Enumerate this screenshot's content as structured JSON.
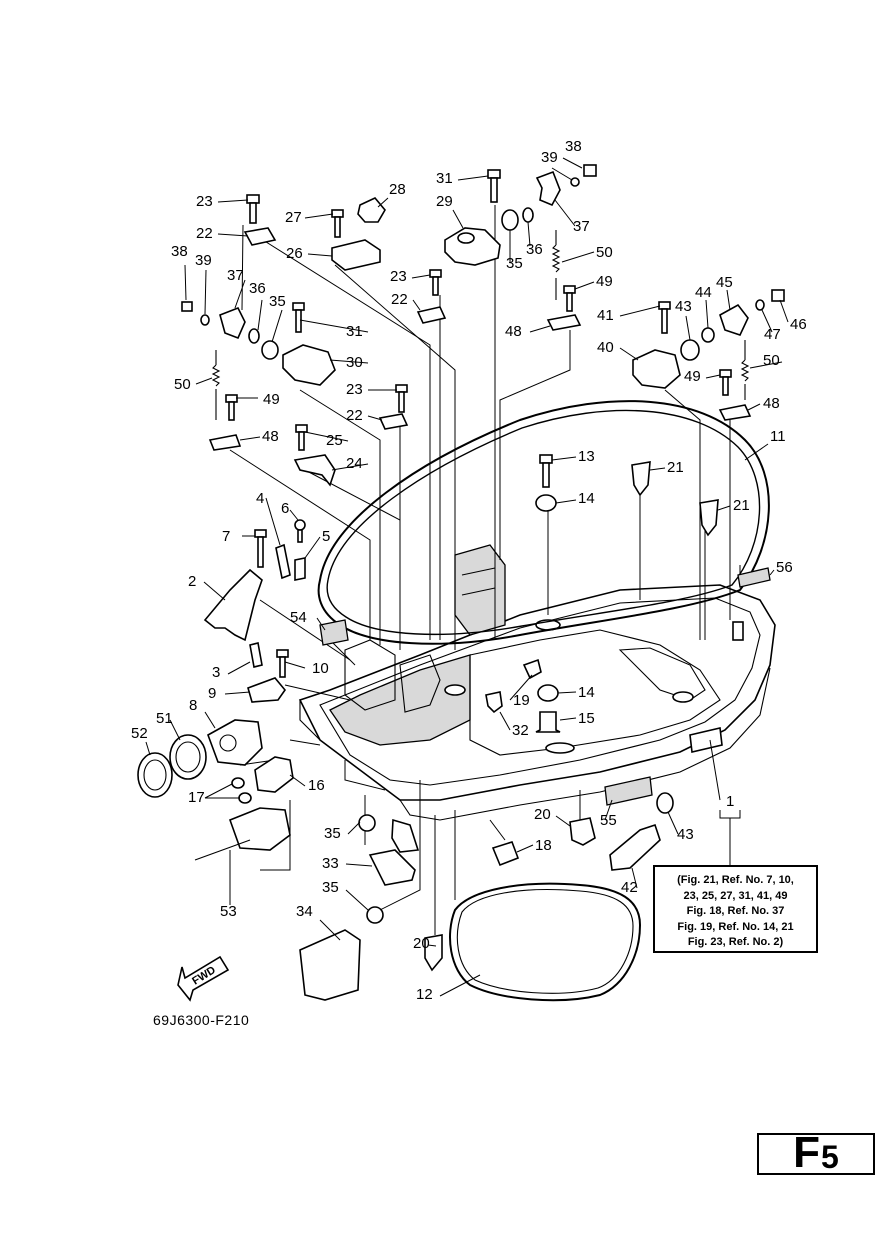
{
  "diagram": {
    "callouts": [
      {
        "id": "c1",
        "label": "1"
      },
      {
        "id": "c2",
        "label": "2"
      },
      {
        "id": "c3",
        "label": "3"
      },
      {
        "id": "c4",
        "label": "4"
      },
      {
        "id": "c5",
        "label": "5"
      },
      {
        "id": "c6",
        "label": "6"
      },
      {
        "id": "c7",
        "label": "7"
      },
      {
        "id": "c8",
        "label": "8"
      },
      {
        "id": "c9",
        "label": "9"
      },
      {
        "id": "c10",
        "label": "10"
      },
      {
        "id": "c11",
        "label": "11"
      },
      {
        "id": "c12",
        "label": "12"
      },
      {
        "id": "c13",
        "label": "13"
      },
      {
        "id": "c14a",
        "label": "14"
      },
      {
        "id": "c14b",
        "label": "14"
      },
      {
        "id": "c15",
        "label": "15"
      },
      {
        "id": "c16",
        "label": "16"
      },
      {
        "id": "c17",
        "label": "17"
      },
      {
        "id": "c18",
        "label": "18"
      },
      {
        "id": "c19",
        "label": "19"
      },
      {
        "id": "c20a",
        "label": "20"
      },
      {
        "id": "c20b",
        "label": "20"
      },
      {
        "id": "c21a",
        "label": "21"
      },
      {
        "id": "c21b",
        "label": "21"
      },
      {
        "id": "c22a",
        "label": "22"
      },
      {
        "id": "c22b",
        "label": "22"
      },
      {
        "id": "c22c",
        "label": "22"
      },
      {
        "id": "c23a",
        "label": "23"
      },
      {
        "id": "c23b",
        "label": "23"
      },
      {
        "id": "c23c",
        "label": "23"
      },
      {
        "id": "c24",
        "label": "24"
      },
      {
        "id": "c25",
        "label": "25"
      },
      {
        "id": "c26",
        "label": "26"
      },
      {
        "id": "c27",
        "label": "27"
      },
      {
        "id": "c28",
        "label": "28"
      },
      {
        "id": "c29",
        "label": "29"
      },
      {
        "id": "c30",
        "label": "30"
      },
      {
        "id": "c31a",
        "label": "31"
      },
      {
        "id": "c31b",
        "label": "31"
      },
      {
        "id": "c32",
        "label": "32"
      },
      {
        "id": "c33",
        "label": "33"
      },
      {
        "id": "c34",
        "label": "34"
      },
      {
        "id": "c35a",
        "label": "35"
      },
      {
        "id": "c35b",
        "label": "35"
      },
      {
        "id": "c35c",
        "label": "35"
      },
      {
        "id": "c35d",
        "label": "35"
      },
      {
        "id": "c36a",
        "label": "36"
      },
      {
        "id": "c36b",
        "label": "36"
      },
      {
        "id": "c37a",
        "label": "37"
      },
      {
        "id": "c37b",
        "label": "37"
      },
      {
        "id": "c38a",
        "label": "38"
      },
      {
        "id": "c38b",
        "label": "38"
      },
      {
        "id": "c39a",
        "label": "39"
      },
      {
        "id": "c39b",
        "label": "39"
      },
      {
        "id": "c40",
        "label": "40"
      },
      {
        "id": "c41",
        "label": "41"
      },
      {
        "id": "c42",
        "label": "42"
      },
      {
        "id": "c43a",
        "label": "43"
      },
      {
        "id": "c43b",
        "label": "43"
      },
      {
        "id": "c44",
        "label": "44"
      },
      {
        "id": "c45",
        "label": "45"
      },
      {
        "id": "c46",
        "label": "46"
      },
      {
        "id": "c47",
        "label": "47"
      },
      {
        "id": "c48a",
        "label": "48"
      },
      {
        "id": "c48b",
        "label": "48"
      },
      {
        "id": "c48c",
        "label": "48"
      },
      {
        "id": "c49a",
        "label": "49"
      },
      {
        "id": "c49b",
        "label": "49"
      },
      {
        "id": "c49c",
        "label": "49"
      },
      {
        "id": "c50a",
        "label": "50"
      },
      {
        "id": "c50b",
        "label": "50"
      },
      {
        "id": "c50c",
        "label": "50"
      },
      {
        "id": "c51",
        "label": "51"
      },
      {
        "id": "c52",
        "label": "52"
      },
      {
        "id": "c53",
        "label": "53"
      },
      {
        "id": "c54",
        "label": "54"
      },
      {
        "id": "c55",
        "label": "55"
      },
      {
        "id": "c56",
        "label": "56"
      }
    ],
    "fwd_label": "FWD",
    "drawing_code": "69J6300-F210",
    "note_lines": [
      "(Fig. 21, Ref. No. 7, 10,",
      "23, 25, 27, 31, 41, 49",
      "Fig. 18, Ref. No. 37",
      "Fig. 19, Ref. No. 14, 21",
      "Fig. 23, Ref. No. 2)"
    ],
    "figure_letter": "F",
    "figure_number": "5"
  }
}
